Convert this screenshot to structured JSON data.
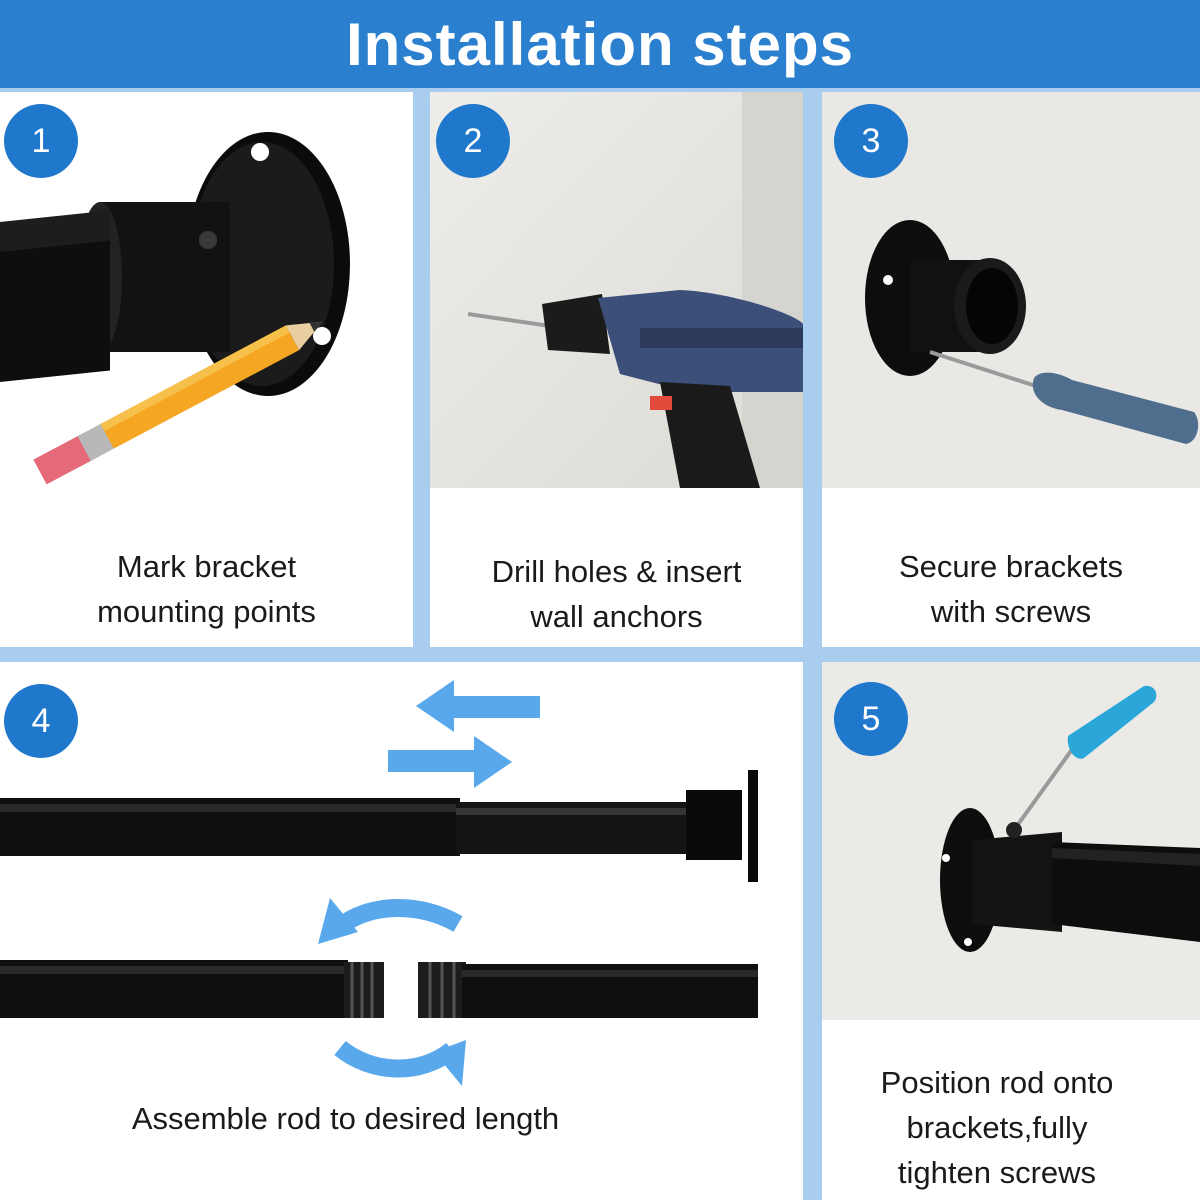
{
  "header": {
    "title": "Installation steps"
  },
  "steps": [
    {
      "number": "1",
      "caption_lines": [
        "Mark bracket",
        "mounting points"
      ]
    },
    {
      "number": "2",
      "caption_lines": [
        "Drill holes & insert",
        "wall anchors"
      ]
    },
    {
      "number": "3",
      "caption_lines": [
        "Secure brackets",
        "with screws"
      ]
    },
    {
      "number": "4",
      "caption_lines": [
        "Assemble rod to desired length"
      ]
    },
    {
      "number": "5",
      "caption_lines": [
        "Position rod onto",
        "brackets,fully",
        "tighten screws"
      ]
    }
  ],
  "colors": {
    "header_blue": "#2a7fcf",
    "badge_blue": "#1f78cc",
    "frame_blue": "#a9cdee",
    "arrow_blue": "#5aa8ec",
    "rod_black": "#111111",
    "wall_gray": "#e7e6e2"
  },
  "icons": [
    "pencil-icon",
    "drill-icon",
    "screwdriver-icon",
    "double-arrow-icon",
    "rotate-arrow-icon",
    "bracket-icon",
    "rod-icon"
  ]
}
